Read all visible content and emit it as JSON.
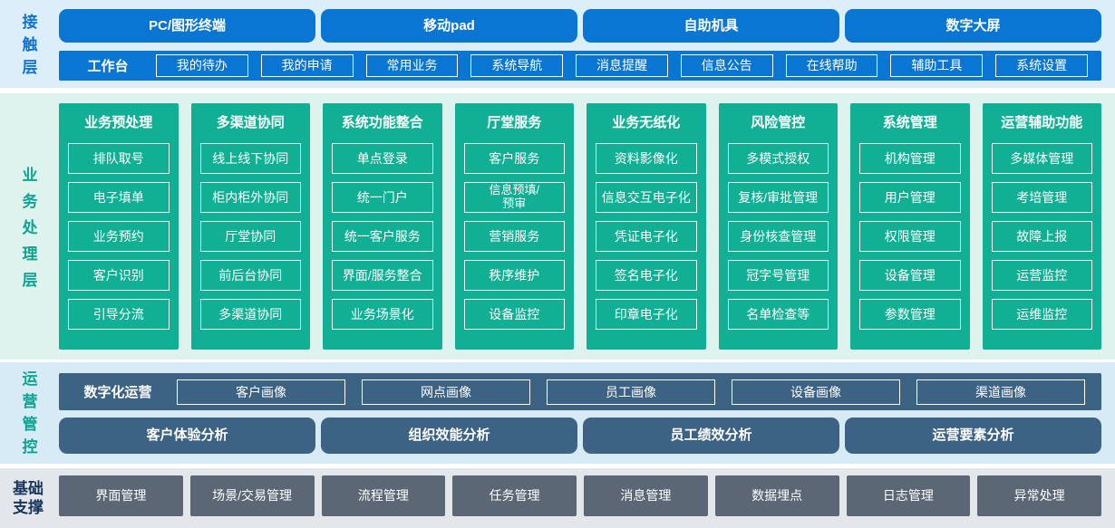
{
  "palette": {
    "bright_blue": "#0a76d4",
    "blue_label_text": "#1272d0",
    "light_blue_band": "#dceefa",
    "teal": "#11b095",
    "teal_label_text": "#0fa390",
    "light_mint_band": "#def2ee",
    "slate_blue": "#3c6284",
    "light_blue_band_2": "#d7ebf7",
    "slate_gray": "#5b6774",
    "light_gray_band": "#e3e6ea",
    "navy_label_text": "#16365c"
  },
  "contact_layer": {
    "label": "接触层",
    "terminals": [
      "PC/图形终端",
      "移动pad",
      "自助机具",
      "数字大屏"
    ],
    "workbench": {
      "label": "工作台",
      "items": [
        "我的待办",
        "我的申请",
        "常用业务",
        "系统导航",
        "消息提醒",
        "信息公告",
        "在线帮助",
        "辅助工具",
        "系统设置"
      ]
    }
  },
  "business_layer": {
    "label": "业务处理层",
    "columns": [
      {
        "title": "业务预处理",
        "items": [
          "排队取号",
          "电子填单",
          "业务预约",
          "客户识别",
          "引导分流"
        ]
      },
      {
        "title": "多渠道协同",
        "items": [
          "线上线下协同",
          "柜内柜外协同",
          "厅堂协同",
          "前后台协同",
          "多渠道协同"
        ]
      },
      {
        "title": "系统功能整合",
        "items": [
          "单点登录",
          "统一门户",
          "统一客户服务",
          "界面/服务整合",
          "业务场景化"
        ]
      },
      {
        "title": "厅堂服务",
        "items": [
          "客户服务",
          "信息预填/预审",
          "营销服务",
          "秩序维护",
          "设备监控"
        ]
      },
      {
        "title": "业务无纸化",
        "items": [
          "资料影像化",
          "信息交互电子化",
          "凭证电子化",
          "签名电子化",
          "印章电子化"
        ]
      },
      {
        "title": "风险管控",
        "items": [
          "多模式授权",
          "复核/审批管理",
          "身份核查管理",
          "冠字号管理",
          "名单检查等"
        ]
      },
      {
        "title": "系统管理",
        "items": [
          "机构管理",
          "用户管理",
          "权限管理",
          "设备管理",
          "参数管理"
        ]
      },
      {
        "title": "运营辅助功能",
        "items": [
          "多媒体管理",
          "考培管理",
          "故障上报",
          "运营监控",
          "运维监控"
        ]
      }
    ]
  },
  "operations_layer": {
    "label": "运营管控",
    "digital_ops": {
      "label": "数字化运营",
      "items": [
        "客户画像",
        "网点画像",
        "员工画像",
        "设备画像",
        "渠道画像"
      ]
    },
    "analysis": [
      "客户体验分析",
      "组织效能分析",
      "员工绩效分析",
      "运营要素分析"
    ]
  },
  "foundation_layer": {
    "label": "基础支撑",
    "items": [
      "界面管理",
      "场景/交易管理",
      "流程管理",
      "任务管理",
      "消息管理",
      "数据埋点",
      "日志管理",
      "异常处理"
    ]
  }
}
